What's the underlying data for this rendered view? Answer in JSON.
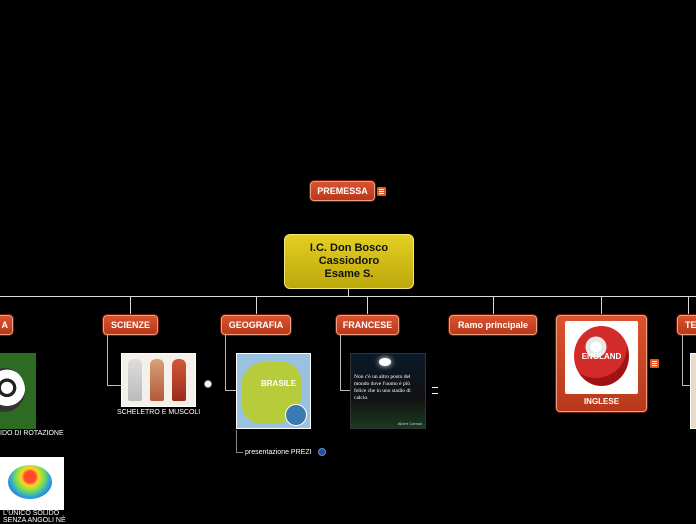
{
  "root": {
    "lines": [
      "I.C. Don Bosco",
      "Cassiodoro",
      "Esame  S."
    ]
  },
  "premessa": {
    "label": "PREMESSA"
  },
  "branches": {
    "matematica_partial": "A",
    "scienze": "SCIENZE",
    "geografia": "GEOGRAFIA",
    "francese": "FRANCESE",
    "ramo": "Ramo principale",
    "inglese": "INGLESE",
    "tecnologia_partial": "TE"
  },
  "captions": {
    "solido_rotazione": "IDO DI ROTAZIONE",
    "solido_unico_1": "L'UNICO SOLIDO",
    "solido_unico_2": "SENZA ANGOLI NÈ",
    "scheletro": "SCHELETRO E  MUSCOLI",
    "prezi": "presentazione PREZI"
  },
  "images": {
    "brasile_label": "BRASILE",
    "england_label": "ENGLAND",
    "quote_text": "Non c'è un altro posto del mondo dove l'uomo è più felice che in uno stadio di calcio.",
    "quote_author": "Albert Camus"
  },
  "colors": {
    "topic": "#c8431f",
    "root": "#d4bf14",
    "background": "#000000"
  }
}
